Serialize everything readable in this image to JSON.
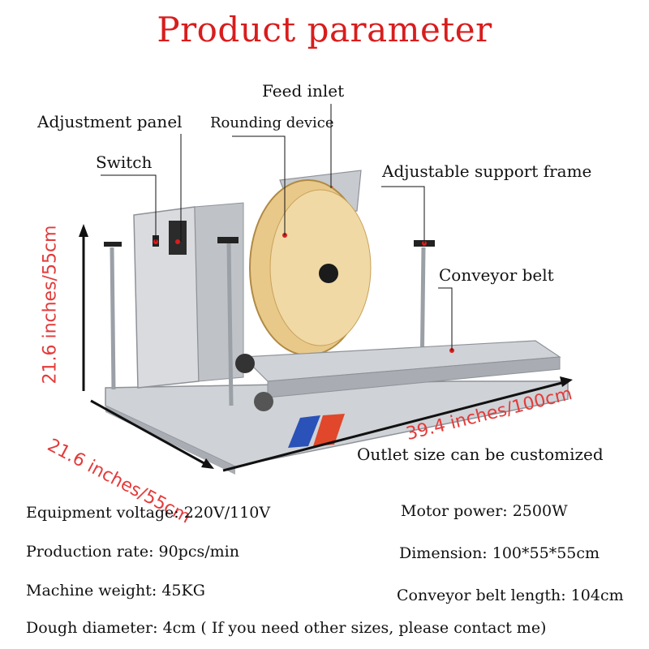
{
  "title": "Product parameter",
  "callouts": {
    "feed_inlet": "Feed inlet",
    "adjustment_panel": "Adjustment panel",
    "rounding_device": "Rounding device",
    "switch": "Switch",
    "adjustable_support_frame": "Adjustable support frame",
    "conveyor_belt": "Conveyor belt"
  },
  "dimensions": {
    "height": "21.6 inches/55cm",
    "depth": "21.6 inches/55cm",
    "length": "39.4 inches/100cm"
  },
  "outlet_note": "Outlet size can be customized",
  "specs": {
    "voltage": "Equipment voltage: 220V/110V",
    "motor_power": "Motor power: 2500W",
    "production_rate": "Production rate: 90pcs/min",
    "dimension": "Dimension: 100*55*55cm",
    "weight": "Machine weight: 45KG",
    "belt_length": "Conveyor belt length: 104cm",
    "dough_diameter": "Dough diameter: 4cm ( If you need other sizes, please contact me)"
  },
  "colors": {
    "title": "#d81d1d",
    "dimension_text": "#e33b3b",
    "wheel": "#e8c98a"
  }
}
